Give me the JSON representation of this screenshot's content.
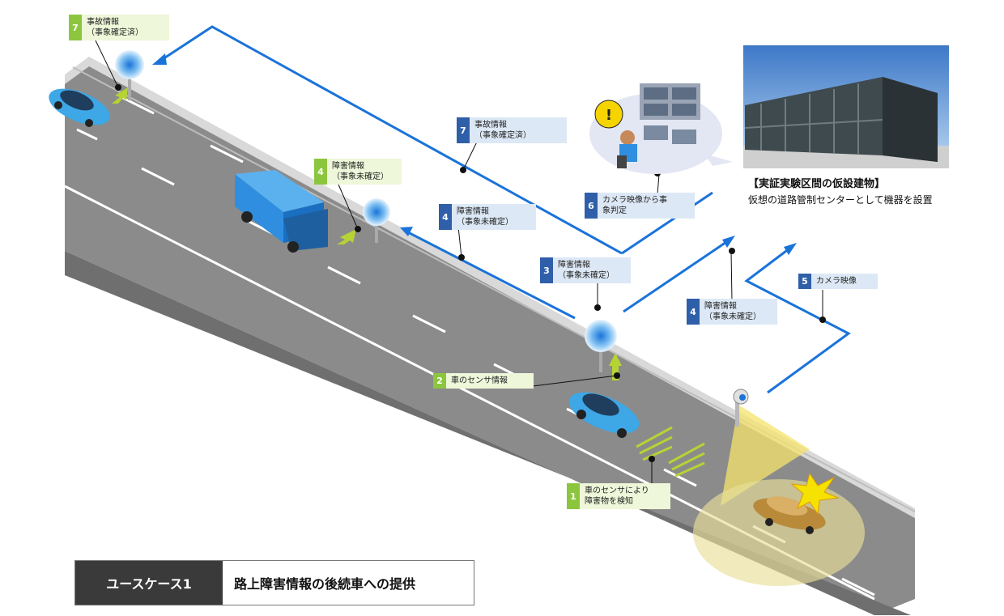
{
  "labels": [
    {
      "id": "l7a",
      "num": "7",
      "line1": "事故情報",
      "line2": "（事象確定済）",
      "style": "green"
    },
    {
      "id": "l7b",
      "num": "7",
      "line1": "事故情報",
      "line2": "（事象確定済）",
      "style": "blue"
    },
    {
      "id": "l4a",
      "num": "4",
      "line1": "障害情報",
      "line2": "（事象未確定）",
      "style": "green"
    },
    {
      "id": "l4b",
      "num": "4",
      "line1": "障害情報",
      "line2": "（事象未確定）",
      "style": "blue"
    },
    {
      "id": "l6",
      "num": "6",
      "line1": "カメラ映像から事",
      "line2": "象判定",
      "style": "blue"
    },
    {
      "id": "l3",
      "num": "3",
      "line1": "障害情報",
      "line2": "（事象未確定）",
      "style": "blue"
    },
    {
      "id": "l4c",
      "num": "4",
      "line1": "障害情報",
      "line2": "（事象未確定）",
      "style": "blue"
    },
    {
      "id": "l5",
      "num": "5",
      "line1": "カメラ映像",
      "line2": "",
      "style": "blue"
    },
    {
      "id": "l2",
      "num": "2",
      "line1": "車のセンサ情報",
      "line2": "",
      "style": "green"
    },
    {
      "id": "l1",
      "num": "1",
      "line1": "車のセンサにより",
      "line2": "障害物を検知",
      "style": "green"
    }
  ],
  "center": {
    "title": "【実証実験区間の仮設建物】",
    "subtitle": "仮想の道路管制センターとして機器を設置"
  },
  "usecase": {
    "tag": "ユースケース1",
    "title": "路上障害情報の後続車への提供"
  },
  "colors": {
    "arrow": "#1a73d9",
    "road": "#8a8a8a",
    "lane": "#ffffff",
    "car": "#3ea7e6",
    "truck": "#2f8ee0",
    "label_blue": "#2f5fa8",
    "label_green": "#8cc63f"
  }
}
